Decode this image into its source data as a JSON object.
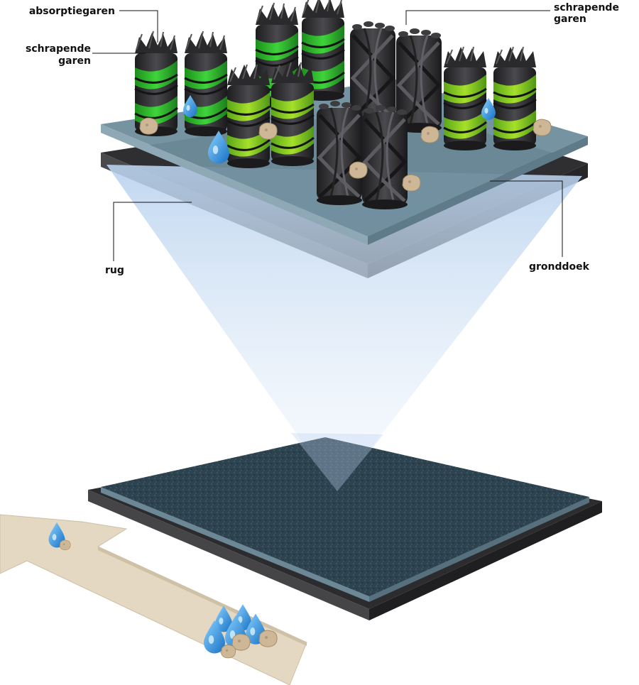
{
  "labels": {
    "absorptie": "absorptiegaren",
    "schrapend_left_1": "schrapende",
    "schrapend_left_2": "garen",
    "schrapend_right_1": "schrapende",
    "schrapend_right_2": "garen",
    "rug": "rug",
    "gronddoek": "gronddoek"
  },
  "colors": {
    "fiber_dark": "#2b2b2d",
    "fiber_green": "#2fc22a",
    "fiber_lime": "#8ad41e",
    "board_top": "#6e8c9c",
    "board_dark": "#3a3a3c",
    "mat_top": "#2f4652",
    "arrow": "#e3d6bf",
    "water": "#2b8fd8",
    "dirt": "#c8b394"
  },
  "icons": {
    "water": "water-drop-icon",
    "dirt": "dirt-particle-icon",
    "arrow": "direction-arrow-icon"
  }
}
